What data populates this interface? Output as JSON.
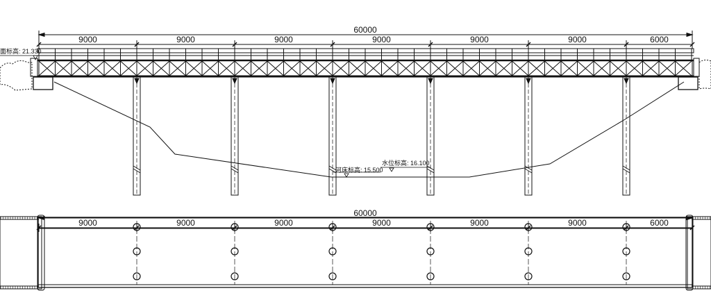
{
  "elevation": {
    "total_length": "60000",
    "spans": [
      "9000",
      "9000",
      "9000",
      "9000",
      "9000",
      "9000",
      "6000"
    ],
    "deck_elevation_label": "面标高: 21.330",
    "riverbed_label": "河床标高: 15.500",
    "water_level_label": "水位标高: 16.100"
  },
  "plan": {
    "total_length": "60000",
    "spans": [
      "9000",
      "9000",
      "9000",
      "9000",
      "9000",
      "9000",
      "6000"
    ]
  },
  "colors": {
    "line": "#111111",
    "background": "#ffffff"
  }
}
